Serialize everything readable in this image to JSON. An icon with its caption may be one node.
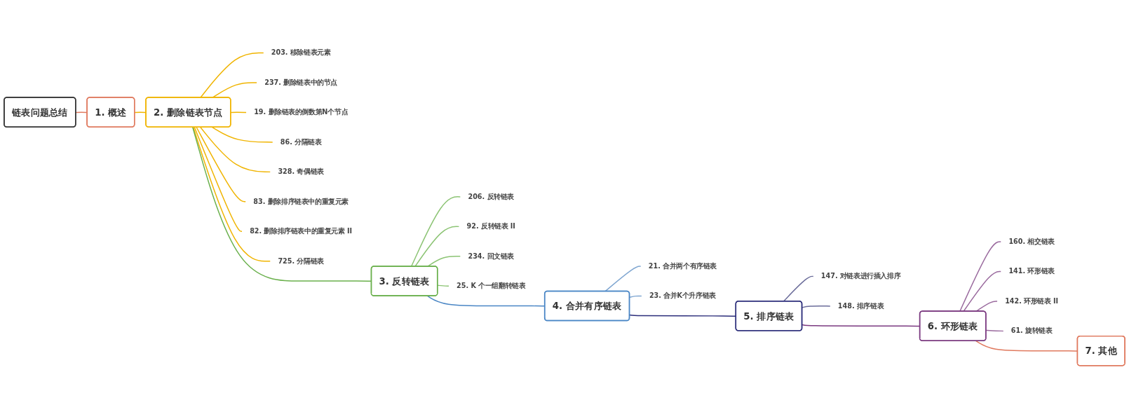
{
  "diagram": {
    "nodes": [
      {
        "text": [
          "链表问题总结"
        ]
      },
      {
        "text": [
          "1. 概述"
        ]
      },
      {
        "text": [
          "2. 删除链表节点"
        ]
      },
      {
        "text": [
          "203. 移除链表元素"
        ]
      },
      {
        "text": [
          "237. 删除链表中的节点"
        ]
      },
      {
        "text": [
          "19. 删除链表的倒数第N个节点"
        ]
      },
      {
        "text": [
          "86. 分隔链表"
        ]
      },
      {
        "text": [
          "328. 奇偶链表"
        ]
      },
      {
        "text": [
          "83. 删除排序链表中的重复元素"
        ]
      },
      {
        "text": [
          "82. 删除排序链表中的重复元素 II"
        ]
      },
      {
        "text": [
          "725. 分隔链表"
        ]
      },
      {
        "text": [
          "3. 反转链表"
        ]
      },
      {
        "text": [
          "206. 反转链表"
        ]
      },
      {
        "text": [
          "92. 反转链表 II"
        ]
      },
      {
        "text": [
          "234. 回文链表"
        ]
      },
      {
        "text": [
          "25. K 个一组翻转链表"
        ]
      },
      {
        "text": [
          "4. 合并有序链表"
        ]
      },
      {
        "text": [
          "21. 合并两个有序链表"
        ]
      },
      {
        "text": [
          "23. 合并K个升序链表"
        ]
      },
      {
        "text": [
          "5. 排序链表"
        ]
      },
      {
        "text": [
          "147. 对链表进行插入排序"
        ]
      },
      {
        "text": [
          "148. 排序链表"
        ]
      },
      {
        "text": [
          "6. 环形链表"
        ]
      },
      {
        "text": [
          "160. 相交链表"
        ]
      },
      {
        "text": [
          "141. 环形链表"
        ]
      },
      {
        "text": [
          "142. 环形链表 II"
        ]
      },
      {
        "text": [
          "61. 旋转链表"
        ]
      },
      {
        "text": [
          "7. 其他"
        ]
      }
    ],
    "edges": [
      {
        "from": 0,
        "to": 1,
        "arrow": "none",
        "color": "#e07a5f"
      },
      {
        "from": 1,
        "to": 2,
        "arrow": "none",
        "color": "#f0b400"
      },
      {
        "from": 2,
        "to": 3,
        "arrow": "none",
        "color": "#f0b400"
      },
      {
        "from": 2,
        "to": 4,
        "arrow": "none",
        "color": "#f0b400"
      },
      {
        "from": 2,
        "to": 5,
        "arrow": "none",
        "color": "#f0b400"
      },
      {
        "from": 2,
        "to": 6,
        "arrow": "none",
        "color": "#f0b400"
      },
      {
        "from": 2,
        "to": 7,
        "arrow": "none",
        "color": "#f0b400"
      },
      {
        "from": 2,
        "to": 8,
        "arrow": "none",
        "color": "#f0b400"
      },
      {
        "from": 2,
        "to": 9,
        "arrow": "none",
        "color": "#f0b400"
      },
      {
        "from": 2,
        "to": 10,
        "arrow": "none",
        "color": "#f0b400"
      },
      {
        "from": 2,
        "to": 11,
        "arrow": "none",
        "color": "#6ab04c"
      },
      {
        "from": 11,
        "to": 12,
        "arrow": "none",
        "color": "#8cc474"
      },
      {
        "from": 11,
        "to": 13,
        "arrow": "none",
        "color": "#8cc474"
      },
      {
        "from": 11,
        "to": 14,
        "arrow": "none",
        "color": "#8cc474"
      },
      {
        "from": 11,
        "to": 15,
        "arrow": "none",
        "color": "#8cc474"
      },
      {
        "from": 11,
        "to": 16,
        "arrow": "none",
        "color": "#4a86c5"
      },
      {
        "from": 16,
        "to": 17,
        "arrow": "none",
        "color": "#7fa6d1"
      },
      {
        "from": 16,
        "to": 18,
        "arrow": "none",
        "color": "#7fa6d1"
      },
      {
        "from": 16,
        "to": 19,
        "arrow": "none",
        "color": "#2b2d7a"
      },
      {
        "from": 19,
        "to": 20,
        "arrow": "none",
        "color": "#6b6c9a"
      },
      {
        "from": 19,
        "to": 21,
        "arrow": "none",
        "color": "#6b6c9a"
      },
      {
        "from": 19,
        "to": 22,
        "arrow": "none",
        "color": "#7b3a80"
      },
      {
        "from": 22,
        "to": 23,
        "arrow": "none",
        "color": "#9a6a9e"
      },
      {
        "from": 22,
        "to": 24,
        "arrow": "none",
        "color": "#9a6a9e"
      },
      {
        "from": 22,
        "to": 25,
        "arrow": "none",
        "color": "#9a6a9e"
      },
      {
        "from": 22,
        "to": 26,
        "arrow": "none",
        "color": "#9a6a9e"
      },
      {
        "from": 22,
        "to": 27,
        "arrow": "none",
        "color": "#e07a5f"
      }
    ]
  }
}
